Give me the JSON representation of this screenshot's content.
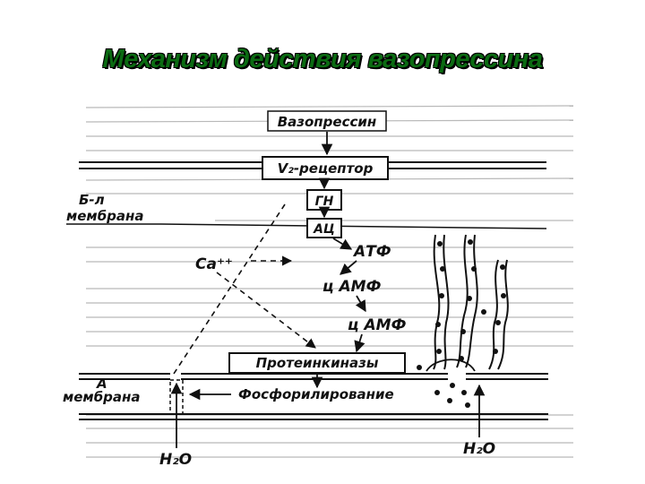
{
  "title": "Механизм действия вазопрессина",
  "labels": {
    "vasopressin": "Вазопрессин",
    "receptor": "V₂-рецептор",
    "gn": "ГН",
    "ac": "АЦ",
    "bl_membrane_1": "Б-л",
    "bl_membrane_2": "мембрана",
    "ca": "Ca⁺⁺",
    "atp": "АТФ",
    "camp_1": "ц АМФ",
    "camp_2": "ц АМФ",
    "protein_kinases": "Протеинкиназы",
    "a_membrane_1": "А",
    "a_membrane_2": "мембрана",
    "phosphorylation": "Фосфорилирование",
    "h2o_left": "H₂O",
    "h2o_right": "H₂O"
  },
  "colors": {
    "title_fill": "#0b6b12",
    "title_outline": "#000000",
    "ink": "#111111",
    "background_text": "#b9b9b9"
  }
}
